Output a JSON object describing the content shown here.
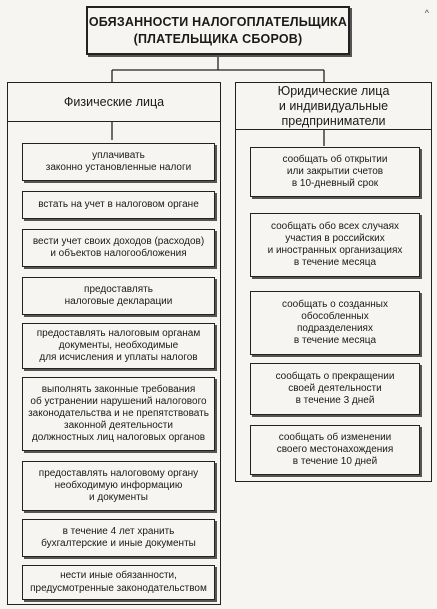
{
  "title": "ОБЯЗАННОСТИ НАЛОГОПЛАТЕЛЬЩИКА\n(ПЛАТЕЛЬЩИКА СБОРОВ)",
  "corner_mark": "^",
  "left_column": {
    "heading": "Физические лица",
    "items": [
      "уплачивать\nзаконно установленные налоги",
      "встать на учет в налоговом органе",
      "вести учет своих доходов (расходов)\nи объектов налогообложения",
      "предоставлять\nналоговые декларации",
      "предоставлять налоговым органам\nдокументы, необходимые\nдля исчисления и уплаты налогов",
      "выполнять законные требования\nоб устранении нарушений налогового\nзаконодательства и не препятствовать\nзаконной деятельности\nдолжностных лиц налоговых органов",
      "предоставлять налоговому органу\nнеобходимую информацию\nи документы",
      "в течение 4 лет хранить\nбухгалтерские и иные документы",
      "нести иные обязанности,\nпредусмотренные законодательством"
    ]
  },
  "right_column": {
    "heading": "Юридические лица\nи индивидуальные\nпредприниматели",
    "items": [
      "сообщать об открытии\nили закрытии счетов\nв 10-дневный срок",
      "сообщать обо всех случаях\nучастия в российских\nи иностранных организациях\nв течение месяца",
      "сообщать о созданных\nобособленных\nподразделениях\nв течение месяца",
      "сообщать о прекращении\nсвоей деятельности\nв течение 3 дней",
      "сообщать об изменении\nсвоего местонахождения\nв течение 10 дней"
    ]
  }
}
